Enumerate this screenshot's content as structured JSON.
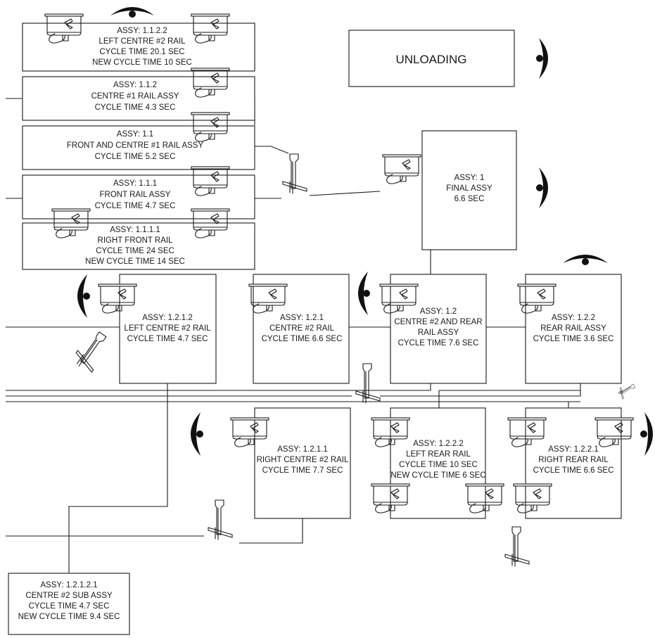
{
  "unloading": {
    "label": "UNLOADING"
  },
  "stations": [
    {
      "id": "s1122",
      "lines": [
        "ASSY: 1.1.2.2",
        "LEFT CENTRE #2 RAIL",
        "CYCLE TIME 20.1 SEC",
        "NEW CYCLE TIME 10 SEC"
      ]
    },
    {
      "id": "s112",
      "lines": [
        "ASSY: 1.1.2",
        "CENTRE #1 RAIL ASSY",
        "CYCLE TIME 4.3 SEC"
      ]
    },
    {
      "id": "s11",
      "lines": [
        "ASSY: 1.1",
        "FRONT AND CENTRE #1 RAIL ASSY",
        "CYCLE TIME 5.2 SEC"
      ]
    },
    {
      "id": "s111",
      "lines": [
        "ASSY: 1.1.1",
        "FRONT RAIL ASSY",
        "CYCLE TIME 4.7 SEC"
      ]
    },
    {
      "id": "s1111",
      "lines": [
        "ASSY: 1.1.1.1",
        "RIGHT FRONT RAIL",
        "CYCLE TIME 24 SEC",
        "NEW CYCLE TIME 14 SEC"
      ]
    },
    {
      "id": "s1",
      "lines": [
        "ASSY: 1",
        "FINAL ASSY",
        "6.6 SEC"
      ]
    },
    {
      "id": "s1212",
      "lines": [
        "ASSY: 1.2.1.2",
        "LEFT CENTRE #2 RAIL",
        "CYCLE TIME 4.7 SEC"
      ]
    },
    {
      "id": "s121",
      "lines": [
        "ASSY: 1.2.1",
        "CENTRE #2 RAIL",
        "CYCLE TIME 6.6 SEC"
      ]
    },
    {
      "id": "s12",
      "lines": [
        "ASSY: 1.2",
        "CENTRE #2 AND REAR",
        "RAIL ASSY",
        "CYCLE TIME 7.6 SEC"
      ]
    },
    {
      "id": "s122",
      "lines": [
        "ASSY: 1.2.2",
        "REAR RAIL ASSY",
        "CYCLE TIME 3.6 SEC"
      ]
    },
    {
      "id": "s1211",
      "lines": [
        "ASSY: 1.2.1.1",
        "RIGHT CENTRE #2 RAIL",
        "CYCLE TIME 7.7 SEC"
      ]
    },
    {
      "id": "s1222",
      "lines": [
        "ASSY: 1.2.2.2",
        "LEFT REAR RAIL",
        "CYCLE TIME 10 SEC",
        "NEW CYCLE TIME 6 SEC"
      ]
    },
    {
      "id": "s1221",
      "lines": [
        "ASSY: 1.2.2.1",
        "RIGHT REAR RAIL",
        "CYCLE TIME 6.6 SEC"
      ]
    },
    {
      "id": "s12121",
      "lines": [
        "ASSY: 1.2.1.2.1",
        "CENTRE #2 SUB ASSY",
        "CYCLE TIME 4.7 SEC",
        "NEW CYCLE TIME 9.4 SEC"
      ]
    }
  ],
  "icons": {
    "workstation": "computer-monitor-icon",
    "operator": "operator-position-icon",
    "conveyor": "conveyor-fixture-icon"
  }
}
